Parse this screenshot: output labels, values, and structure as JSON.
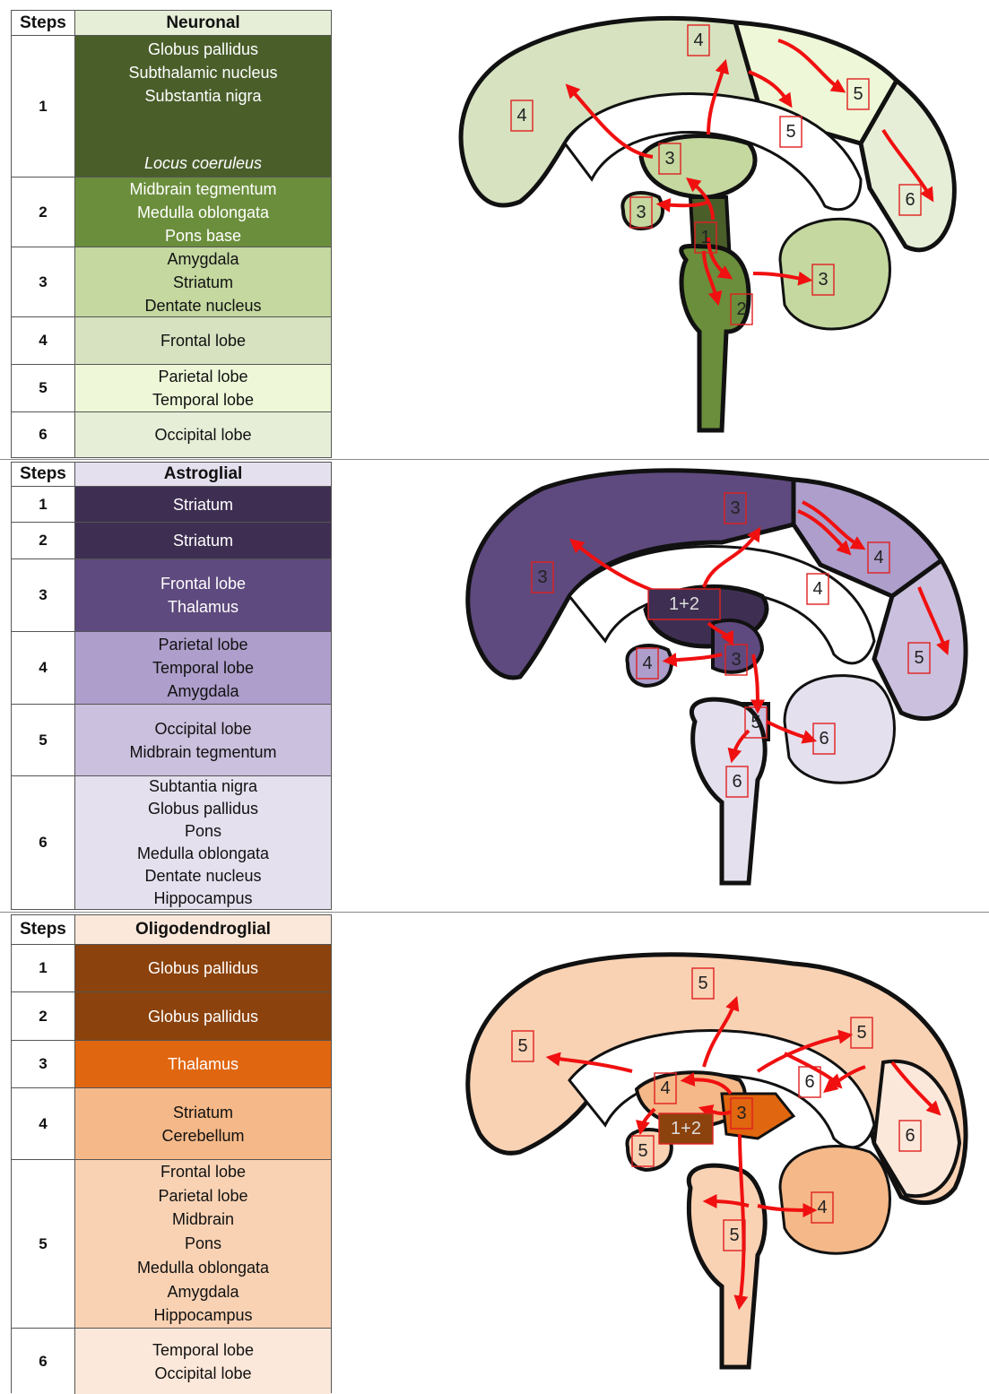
{
  "headers": {
    "steps": "Steps",
    "neuronal": "Neuronal",
    "astroglial": "Astroglial",
    "oligodendroglial": "Oligodendroglial"
  },
  "neuronal": {
    "rows": [
      {
        "step": "1",
        "regions": [
          "Globus pallidus",
          "Subthalamic nucleus",
          "Substantia nigra"
        ],
        "extra": "Locus coeruleus",
        "color": "#4a5e2a",
        "text_color": "#ffffff"
      },
      {
        "step": "2",
        "regions": [
          "Midbrain tegmentum",
          "Medulla oblongata",
          "Pons base"
        ],
        "color": "#6b8e3c",
        "text_color": "#ffffff"
      },
      {
        "step": "3",
        "regions": [
          "Amygdala",
          "Striatum",
          "Dentate nucleus"
        ],
        "color": "#c4d8a0",
        "text_color": "#111111"
      },
      {
        "step": "4",
        "regions": [
          "Frontal lobe"
        ],
        "color": "#d6e2c0",
        "text_color": "#111111"
      },
      {
        "step": "5",
        "regions": [
          "Parietal lobe",
          "Temporal lobe"
        ],
        "color": "#eef8d8",
        "text_color": "#111111"
      },
      {
        "step": "6",
        "regions": [
          "Occipital lobe"
        ],
        "color": "#e6eed8",
        "text_color": "#111111"
      }
    ],
    "labels": [
      "1",
      "2",
      "3",
      "3",
      "3",
      "4",
      "4",
      "5",
      "5",
      "6"
    ]
  },
  "astroglial": {
    "rows": [
      {
        "step": "1",
        "regions": [
          "Striatum"
        ],
        "color": "#3e2f52",
        "text_color": "#ffffff"
      },
      {
        "step": "2",
        "regions": [
          "Striatum"
        ],
        "color": "#3e2f52",
        "text_color": "#ffffff"
      },
      {
        "step": "3",
        "regions": [
          "Frontal lobe",
          "Thalamus"
        ],
        "color": "#5e4a7e",
        "text_color": "#ffffff"
      },
      {
        "step": "4",
        "regions": [
          "Parietal lobe",
          "Temporal lobe",
          "Amygdala"
        ],
        "color": "#ad9ecb",
        "text_color": "#111111"
      },
      {
        "step": "5",
        "regions": [
          "Occipital lobe",
          "Midbrain tegmentum"
        ],
        "color": "#cbc0dd",
        "text_color": "#111111"
      },
      {
        "step": "6",
        "regions": [
          "Subtantia nigra",
          "Globus pallidus",
          "Pons",
          "Medulla oblongata",
          "Dentate nucleus",
          "Hippocampus"
        ],
        "color": "#e4e0ee",
        "text_color": "#111111"
      }
    ],
    "labels": [
      "1+2",
      "3",
      "3",
      "3",
      "4",
      "4",
      "4",
      "5",
      "5",
      "6",
      "6"
    ]
  },
  "oligodendroglial": {
    "rows": [
      {
        "step": "1",
        "regions": [
          "Globus pallidus"
        ],
        "color": "#8b420c",
        "text_color": "#ffffff"
      },
      {
        "step": "2",
        "regions": [
          "Globus pallidus"
        ],
        "color": "#8b420c",
        "text_color": "#ffffff"
      },
      {
        "step": "3",
        "regions": [
          "Thalamus"
        ],
        "color": "#e0660f",
        "text_color": "#ffffff"
      },
      {
        "step": "4",
        "regions": [
          "Striatum",
          "Cerebellum"
        ],
        "color": "#f5b888",
        "text_color": "#111111"
      },
      {
        "step": "5",
        "regions": [
          "Frontal lobe",
          "Parietal lobe",
          "Midbrain",
          "Pons",
          "Medulla oblongata",
          "Amygdala",
          "Hippocampus"
        ],
        "color": "#f9d2b4",
        "text_color": "#111111"
      },
      {
        "step": "6",
        "regions": [
          "Temporal lobe",
          "Occipital lobe"
        ],
        "color": "#fce8da",
        "text_color": "#111111"
      }
    ],
    "labels": [
      "1+2",
      "3",
      "4",
      "4",
      "5",
      "5",
      "5",
      "5",
      "6",
      "6"
    ]
  }
}
